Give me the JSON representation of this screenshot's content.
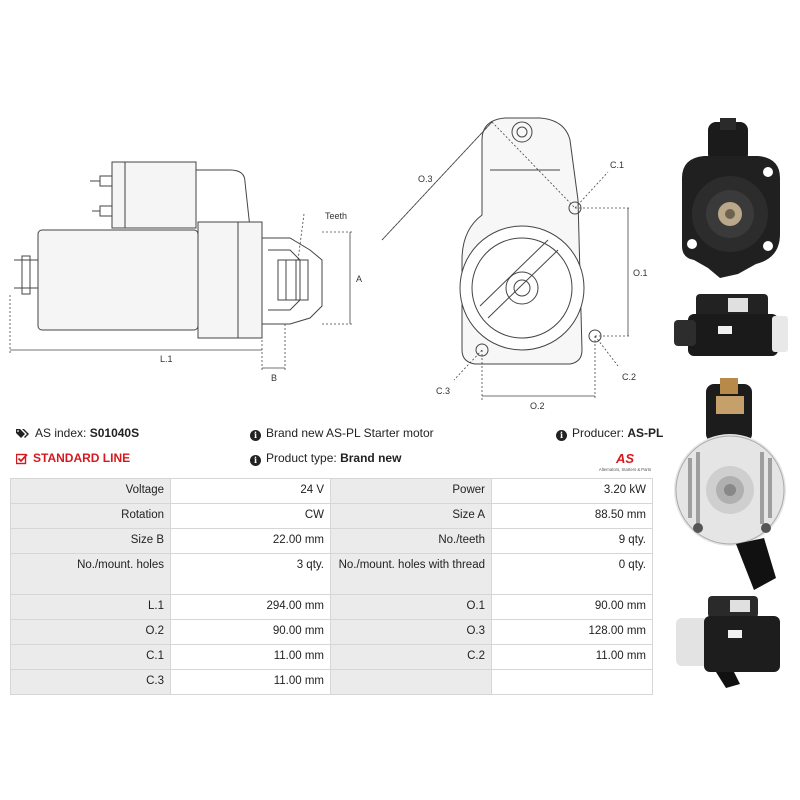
{
  "drawing_labels": {
    "teeth": "Teeth",
    "a": "A",
    "b": "B",
    "l1": "L.1",
    "o1": "O.1",
    "o2": "O.2",
    "o3": "O.3",
    "c1": "C.1",
    "c2": "C.2",
    "c3": "C.3"
  },
  "info": {
    "as_index_label": "AS index:",
    "as_index_value": "S01040S",
    "description": "Brand new AS-PL Starter motor",
    "producer_label": "Producer:",
    "producer_value": "AS-PL",
    "standard_line": "STANDARD LINE",
    "product_type_label": "Product type:",
    "product_type_value": "Brand new"
  },
  "logo": {
    "mark": "AS",
    "tagline": "Alternators, Starters & Parts",
    "color": "#d7191f"
  },
  "specs": [
    [
      {
        "label": "Voltage",
        "value": "24 V"
      },
      {
        "label": "Power",
        "value": "3.20 kW"
      }
    ],
    [
      {
        "label": "Rotation",
        "value": "CW"
      },
      {
        "label": "Size A",
        "value": "88.50 mm"
      }
    ],
    [
      {
        "label": "Size B",
        "value": "22.00 mm"
      },
      {
        "label": "No./teeth",
        "value": "9 qty."
      }
    ],
    [
      {
        "label": "No./mount. holes",
        "value": "3 qty."
      },
      {
        "label": "No./mount. holes with thread",
        "value": "0 qty."
      }
    ],
    [
      {
        "label": "L.1",
        "value": "294.00 mm"
      },
      {
        "label": "O.1",
        "value": "90.00 mm"
      }
    ],
    [
      {
        "label": "O.2",
        "value": "90.00 mm"
      },
      {
        "label": "O.3",
        "value": "128.00 mm"
      }
    ],
    [
      {
        "label": "C.1",
        "value": "11.00 mm"
      },
      {
        "label": "C.2",
        "value": "11.00 mm"
      }
    ],
    [
      {
        "label": "C.3",
        "value": "11.00 mm"
      },
      {
        "label": "",
        "value": ""
      }
    ]
  ]
}
